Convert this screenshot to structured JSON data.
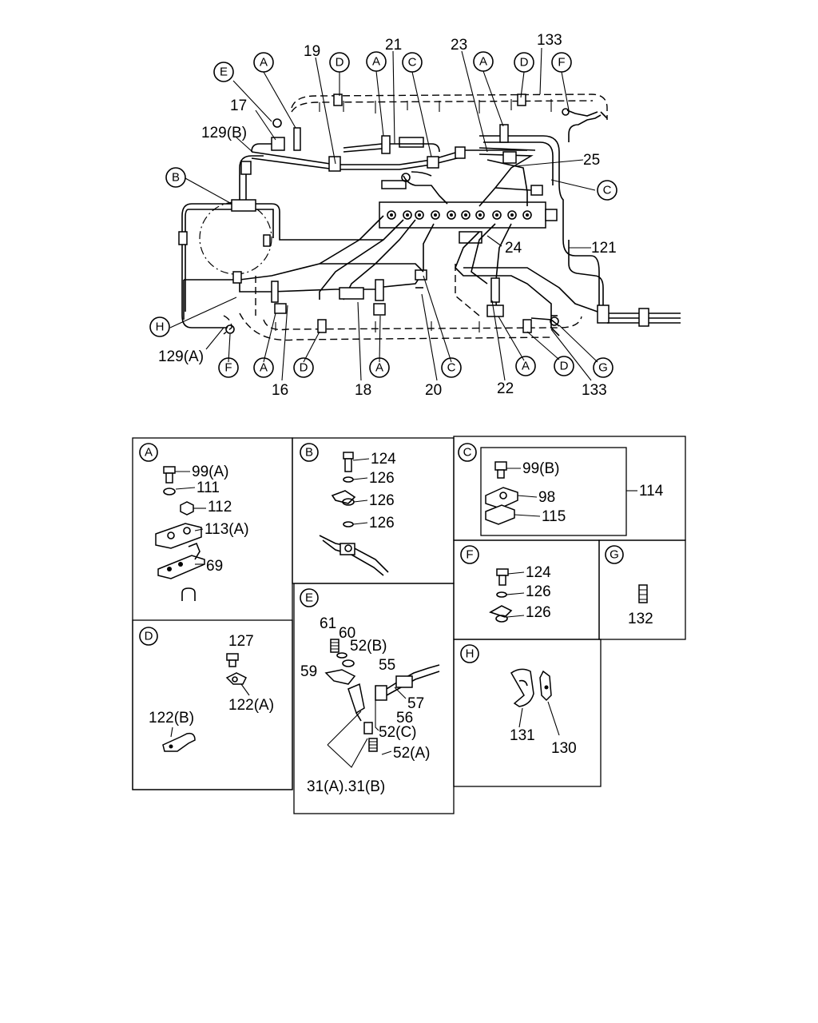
{
  "callouts": {
    "E": "E",
    "A1": "A",
    "A2": "A",
    "A3": "A",
    "D1": "D",
    "D2": "D",
    "C1": "C",
    "F1": "F",
    "B": "B",
    "C2": "C",
    "H": "H",
    "F2": "F",
    "A4": "A",
    "D3": "D",
    "A5": "A",
    "C3": "C",
    "A6": "A",
    "D4": "D",
    "G": "G"
  },
  "labels": {
    "p133_top": "133",
    "p19": "19",
    "p21": "21",
    "p23": "23",
    "p17": "17",
    "p129b": "129(B)",
    "p25": "25",
    "p121": "121",
    "p24": "24",
    "p129a": "129(A)",
    "p16": "16",
    "p18": "18",
    "p20": "20",
    "p22": "22",
    "p133_bot": "133"
  },
  "detail_A": {
    "key": "A",
    "parts": [
      "99(A)",
      "111",
      "112",
      "113(A)",
      "69"
    ]
  },
  "detail_B": {
    "key": "B",
    "parts": [
      "124",
      "126",
      "126",
      "126"
    ]
  },
  "detail_C": {
    "key": "C",
    "parts": [
      "99(B)",
      "98",
      "115"
    ],
    "assembly": "114"
  },
  "detail_D": {
    "key": "D",
    "parts": [
      "127",
      "122(A)",
      "122(B)"
    ]
  },
  "detail_E": {
    "key": "E",
    "parts": [
      "61",
      "60",
      "52(B)",
      "55",
      "59",
      "57",
      "56",
      "52(C)",
      "52(A)",
      "31(A)",
      "31(B)"
    ],
    "separator": "."
  },
  "detail_F": {
    "key": "F",
    "parts": [
      "124",
      "126",
      "126"
    ]
  },
  "detail_G": {
    "key": "G",
    "parts": [
      "132"
    ]
  },
  "detail_H": {
    "key": "H",
    "parts": [
      "131",
      "130"
    ]
  }
}
